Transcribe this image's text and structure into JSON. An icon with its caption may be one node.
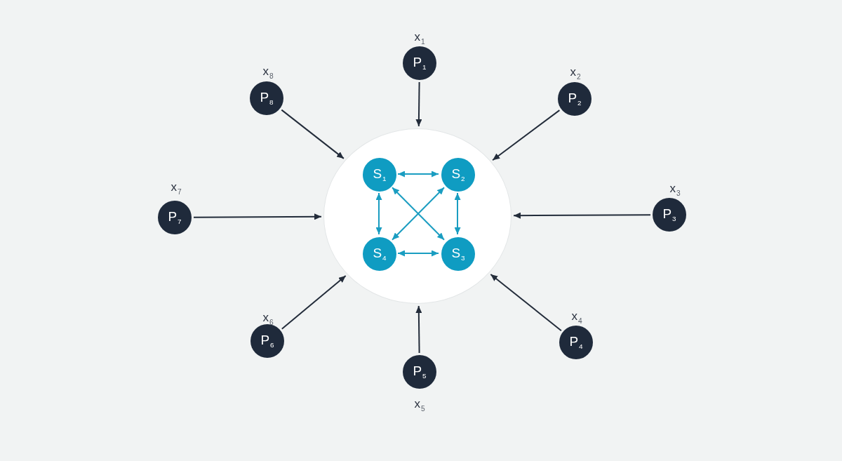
{
  "diagram": {
    "nodes": [
      {
        "text": [],
        "shape": "circle"
      },
      {
        "text": [
          "S$_{1}$"
        ],
        "in": 0
      },
      {
        "text": [
          "S$_{2}$"
        ],
        "in": 0
      },
      {
        "text": [
          "S$_{3}$"
        ],
        "in": 0
      },
      {
        "text": [
          "S$_{4}$"
        ],
        "in": 0
      },
      {
        "text": [
          "P$_{1}$"
        ],
        "beside": [
          "x$_{1}$"
        ]
      },
      {
        "text": [
          "P$_{2}$"
        ],
        "beside": [
          "x$_{2}$"
        ]
      },
      {
        "text": [
          "P$_{3}$"
        ],
        "beside": [
          "x$_{3}$"
        ]
      },
      {
        "text": [
          "P$_{4}$"
        ],
        "beside": [
          "x$_{4}$"
        ]
      },
      {
        "text": [
          "P$_{5}$"
        ],
        "beside": [
          "x$_{5}$"
        ]
      },
      {
        "text": [
          "P$_{6}$"
        ],
        "beside": [
          "x$_{6}$"
        ]
      },
      {
        "text": [
          "P$_{7}$"
        ],
        "beside": [
          "x$_{7}$"
        ]
      },
      {
        "text": [
          "P$_{8}$"
        ],
        "beside": [
          "x$_{8}$"
        ]
      }
    ],
    "edges": [
      {
        "from": 5,
        "to": 0,
        "arrow": "to"
      },
      {
        "from": 6,
        "to": 0,
        "arrow": "to"
      },
      {
        "from": 7,
        "to": 0,
        "arrow": "to"
      },
      {
        "from": 8,
        "to": 0,
        "arrow": "to"
      },
      {
        "from": 9,
        "to": 0,
        "arrow": "to"
      },
      {
        "from": 10,
        "to": 0,
        "arrow": "to"
      },
      {
        "from": 11,
        "to": 0,
        "arrow": "to"
      },
      {
        "from": 12,
        "to": 0,
        "arrow": "to"
      },
      {
        "from": 1,
        "to": 2,
        "arrow": "both",
        "color": "#1a9dc1"
      },
      {
        "from": 2,
        "to": 3,
        "arrow": "both",
        "color": "#1a9dc1"
      },
      {
        "from": 3,
        "to": 4,
        "arrow": "both",
        "color": "#1a9dc1"
      },
      {
        "from": 4,
        "to": 1,
        "arrow": "both",
        "color": "#1a9dc1"
      },
      {
        "from": 1,
        "to": 3,
        "arrow": "both",
        "color": "#1a9dc1"
      },
      {
        "from": 2,
        "to": 4,
        "arrow": "both",
        "color": "#1a9dc1"
      }
    ]
  }
}
